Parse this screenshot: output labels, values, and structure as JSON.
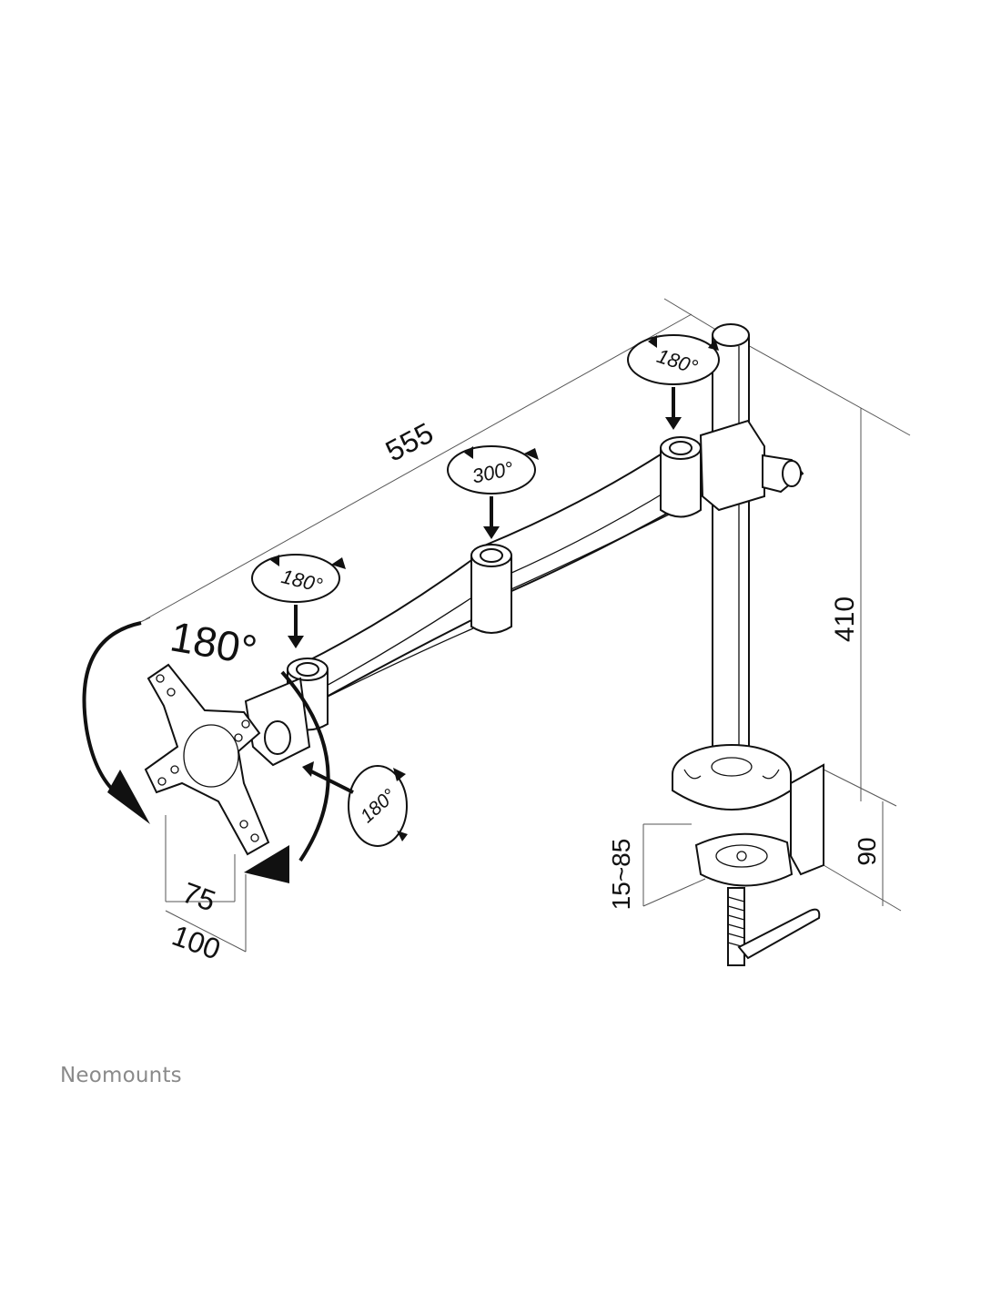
{
  "brand": {
    "name": "Neomounts"
  },
  "dimensions": {
    "arm_length": "555",
    "pole_height": "410",
    "clamp_range": "15~85",
    "clamp_depth": "90",
    "vesa_small": "75",
    "vesa_large": "100"
  },
  "rotations": {
    "top_joint": "180°",
    "middle_joint": "300°",
    "front_joint": "180°",
    "tilt": "180°",
    "plate_rotation": "180°"
  }
}
